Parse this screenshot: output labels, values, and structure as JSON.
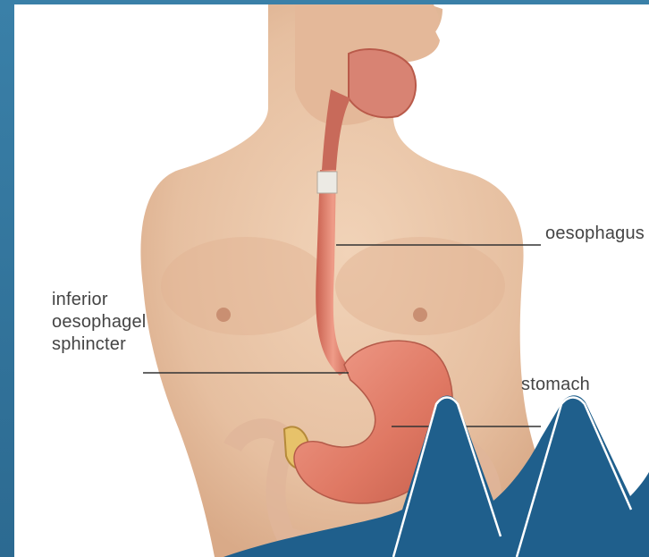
{
  "diagram": {
    "labels": {
      "oesophagus": "oesophagus",
      "stomach": "stomach",
      "sphincter_lines": [
        "inferior",
        "oesophagel",
        "sphincter"
      ]
    },
    "colors": {
      "frame": "#2e6f96",
      "skin": "#e9c6a8",
      "organ": "#e17d6c",
      "wave": "#1f5f8c",
      "text": "#444444"
    }
  }
}
